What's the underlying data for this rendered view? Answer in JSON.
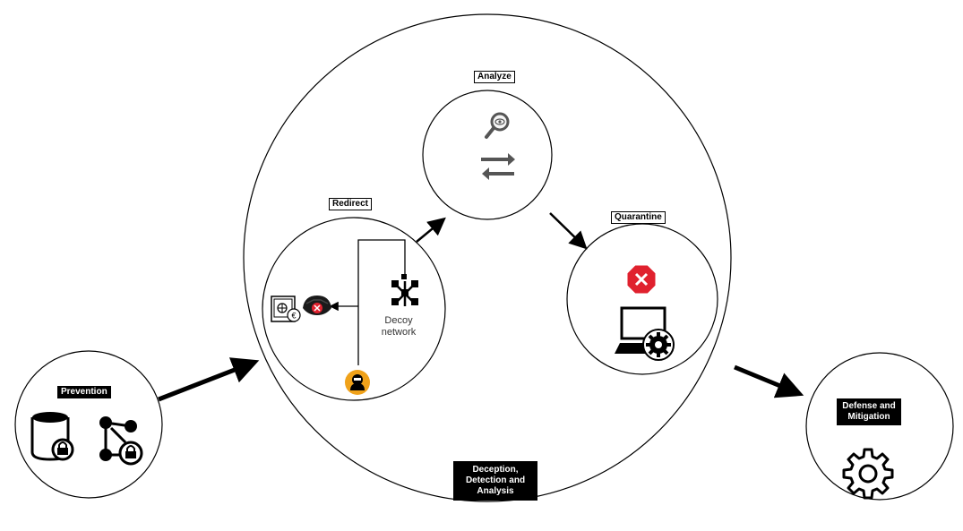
{
  "labels": {
    "prevention": "Prevention",
    "deception": "Deception,\nDetection and\nAnalysis",
    "redirect": "Redirect",
    "analyze": "Analyze",
    "quarantine": "Quarantine",
    "defense": "Defense and\nMitigation",
    "decoy": "Decoy\nnetwork"
  },
  "icons": {
    "prevention": [
      "database-lock-icon",
      "network-lock-icon"
    ],
    "redirect": [
      "safe-money-icon",
      "blocked-hacker-icon",
      "decoy-network-icon",
      "attacker-icon"
    ],
    "analyze": [
      "magnifier-eye-icon",
      "exchange-arrows-icon"
    ],
    "quarantine": [
      "stop-sign-icon",
      "laptop-gear-icon"
    ],
    "defense": [
      "gear-icon"
    ]
  },
  "colors": {
    "stroke": "#000000",
    "label_bg": "#000000",
    "stop_red": "#e0212e",
    "attacker_orange": "#f0a21a"
  }
}
